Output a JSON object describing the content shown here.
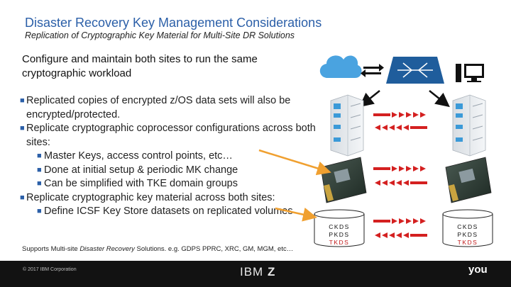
{
  "slide": {
    "title": "Disaster Recovery Key Management Considerations",
    "subtitle": "Replication of  Cryptographic Key Material for Multi-Site DR Solutions",
    "headline": "Configure and maintain both sites to run the same cryptographic workload",
    "bullets": [
      {
        "level": 1,
        "text": "Replicated copies of encrypted z/OS data sets will also be encrypted/protected."
      },
      {
        "level": 1,
        "text": "Replicate cryptographic coprocessor configurations across both sites:"
      },
      {
        "level": 2,
        "text": "Master Keys, access control points, etc…"
      },
      {
        "level": 2,
        "text": "Done at initial setup & periodic MK change"
      },
      {
        "level": 2,
        "text": "Can be simplified with TKE domain groups"
      },
      {
        "level": 1,
        "text": "Replicate cryptographic key material across both sites:"
      },
      {
        "level": 2,
        "text": "Define ICSF Key Store datasets on replicated volumes"
      }
    ],
    "footnote_prefix": "Supports Multi-site ",
    "footnote_italic": "Disaster Recovery",
    "footnote_suffix": " Solutions.  e.g. GDPS PPRC, XRC, GM, MGM, etc…"
  },
  "diagram": {
    "left_db": {
      "line1": "CKDS",
      "line2": "PKDS",
      "line3": "TKDS"
    },
    "right_db": {
      "line1": "CKDS",
      "line2": "PKDS",
      "line3": "TKDS"
    },
    "icons": [
      "cloud-icon",
      "bidirectional-arrow-icon",
      "network-switch-icon",
      "workstation-icon",
      "server-rack-icon",
      "crypto-card-icon",
      "database-icon"
    ],
    "colors": {
      "title_blue": "#2b5fa8",
      "accent_orange": "#f0a030",
      "replication_red": "#d42020",
      "cloud_blue": "#4aa3e0",
      "switch_blue": "#1f5d9c"
    }
  },
  "footer": {
    "copyright": "© 2017 IBM Corporation",
    "brand_light": "IBM ",
    "brand_bold": "Z",
    "tagline": "you"
  }
}
